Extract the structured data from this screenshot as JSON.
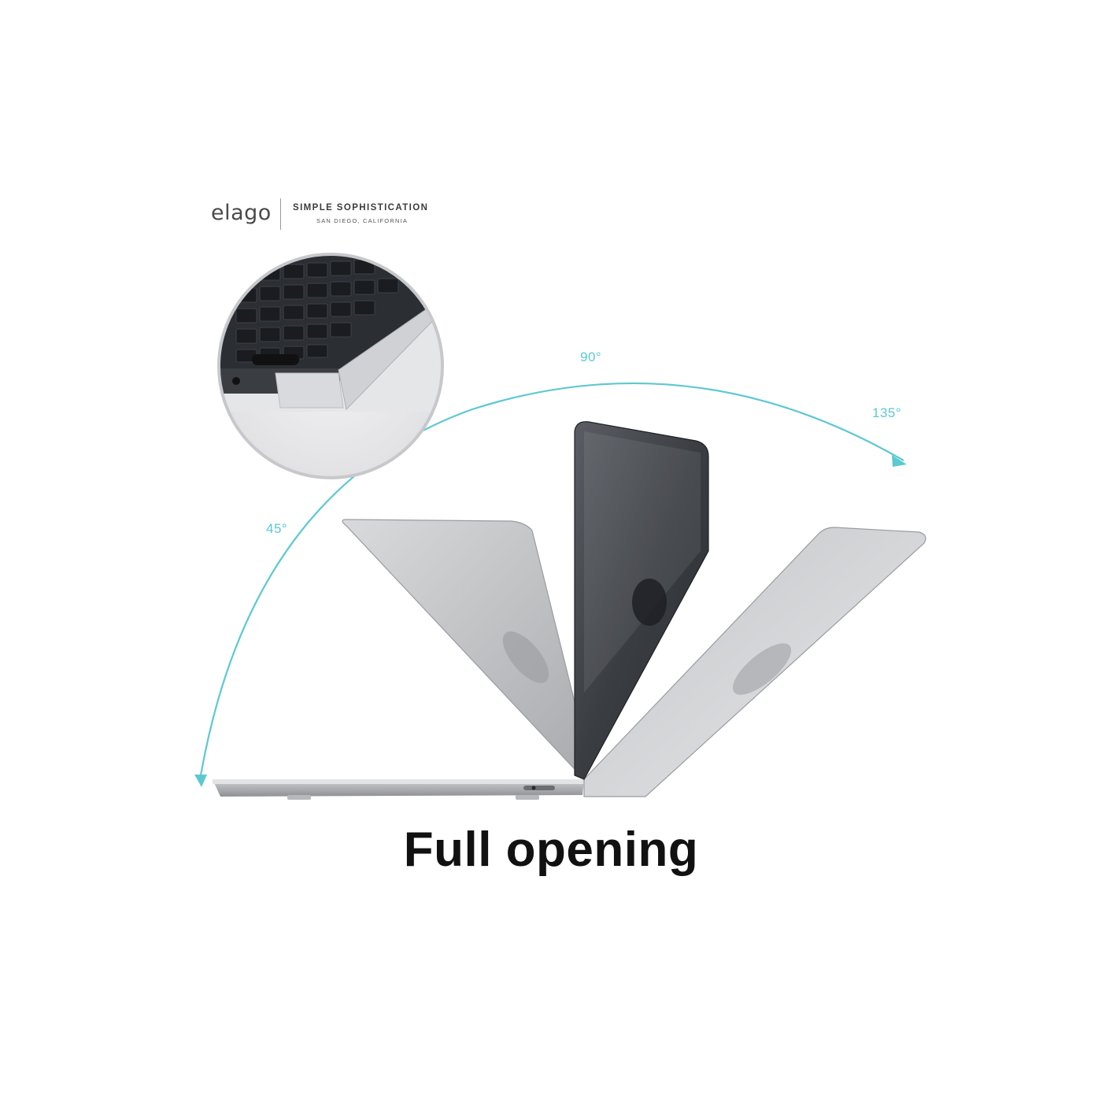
{
  "brand": {
    "logo_text": "elago",
    "tagline": "SIMPLE SOPHISTICATION",
    "location": "SAN DIEGO, CALIFORNIA"
  },
  "angles": {
    "a45": "45°",
    "a90": "90°",
    "a135": "135°"
  },
  "headline": "Full opening",
  "colors": {
    "accent_arc": "#5cc9d1",
    "text_dark": "#111111",
    "laptop_silver": "#c8c9cb",
    "laptop_dark": "#3a3d42"
  }
}
